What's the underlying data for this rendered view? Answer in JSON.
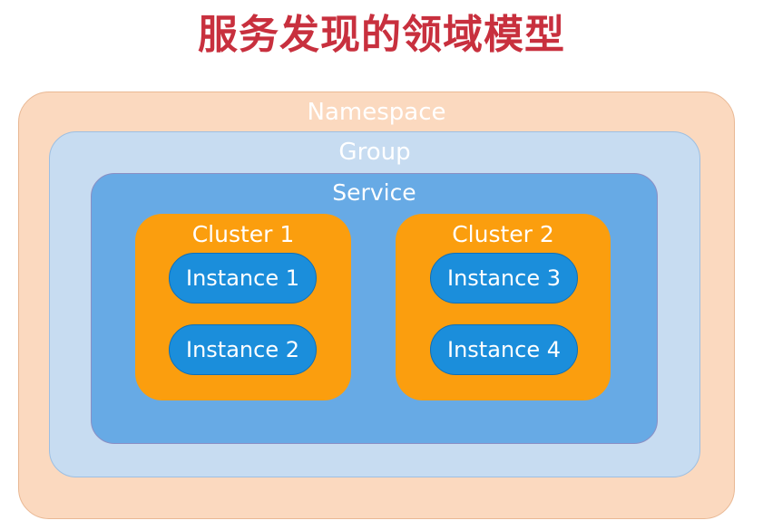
{
  "title": "服务发现的领域模型",
  "namespace": {
    "label": "Namespace"
  },
  "group": {
    "label": "Group"
  },
  "service": {
    "label": "Service"
  },
  "clusters": [
    {
      "label": "Cluster 1",
      "instances": [
        {
          "label": "Instance 1"
        },
        {
          "label": "Instance 2"
        }
      ]
    },
    {
      "label": "Cluster 2",
      "instances": [
        {
          "label": "Instance 3"
        },
        {
          "label": "Instance 4"
        }
      ]
    }
  ],
  "colors": {
    "title": "#c8303e",
    "namespace": "#fbd9bf",
    "group": "#c7dcf1",
    "service": "#67aae5",
    "cluster": "#fb9e0e",
    "instance": "#1b8edb",
    "label_text": "#ffffff"
  }
}
